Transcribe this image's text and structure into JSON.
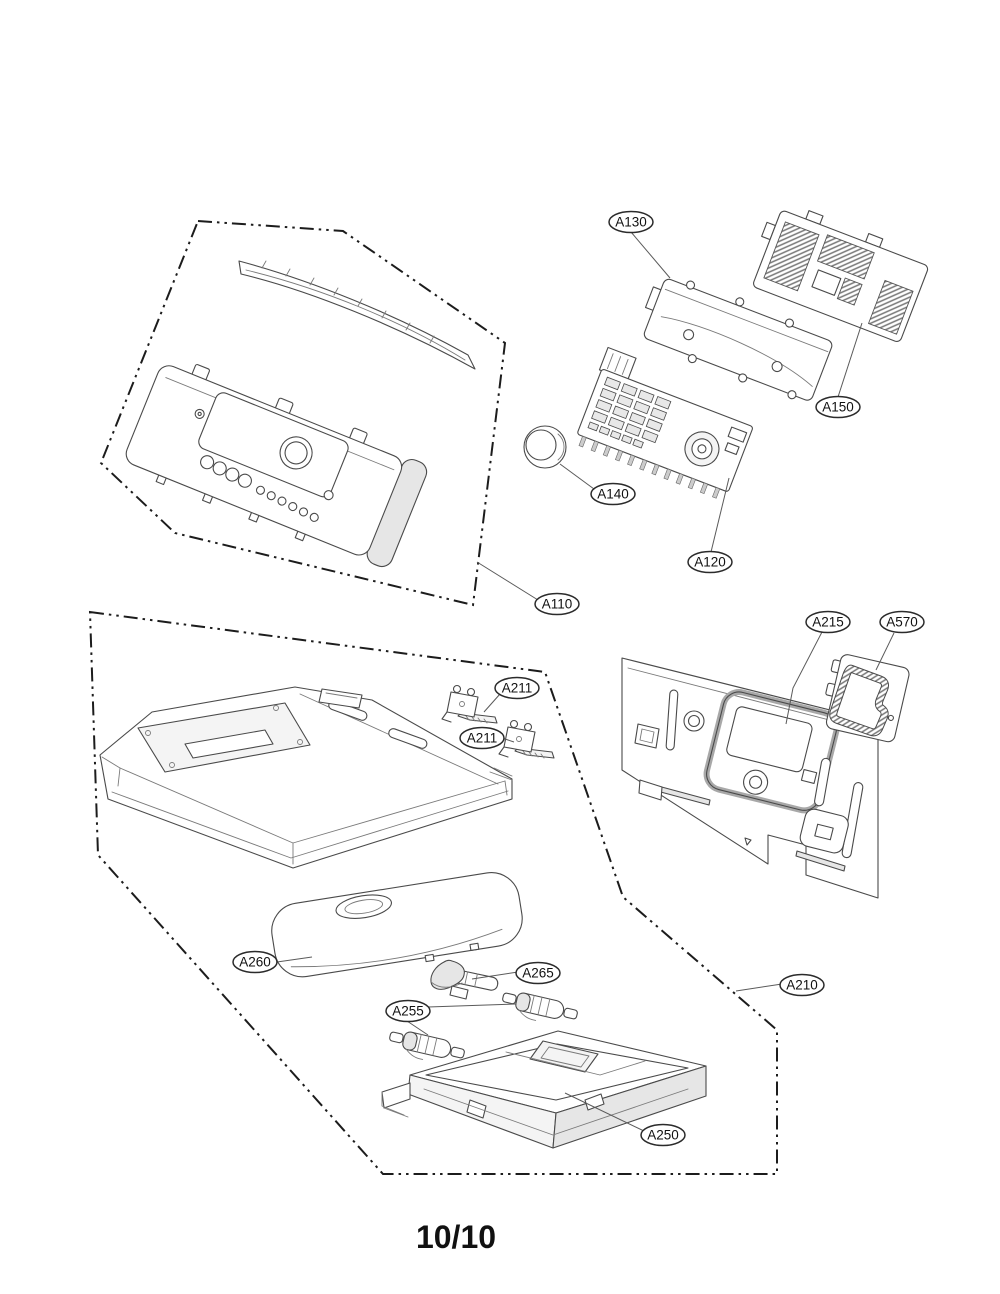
{
  "page": {
    "indicator": "10/10"
  },
  "callouts": [
    {
      "label": "A130"
    },
    {
      "label": "A150"
    },
    {
      "label": "A140"
    },
    {
      "label": "A120"
    },
    {
      "label": "A110"
    },
    {
      "label": "A215"
    },
    {
      "label": "A570"
    },
    {
      "label": "A211"
    },
    {
      "label": "A211"
    },
    {
      "label": "A260"
    },
    {
      "label": "A265"
    },
    {
      "label": "A255"
    },
    {
      "label": "A250"
    },
    {
      "label": "A210"
    }
  ]
}
